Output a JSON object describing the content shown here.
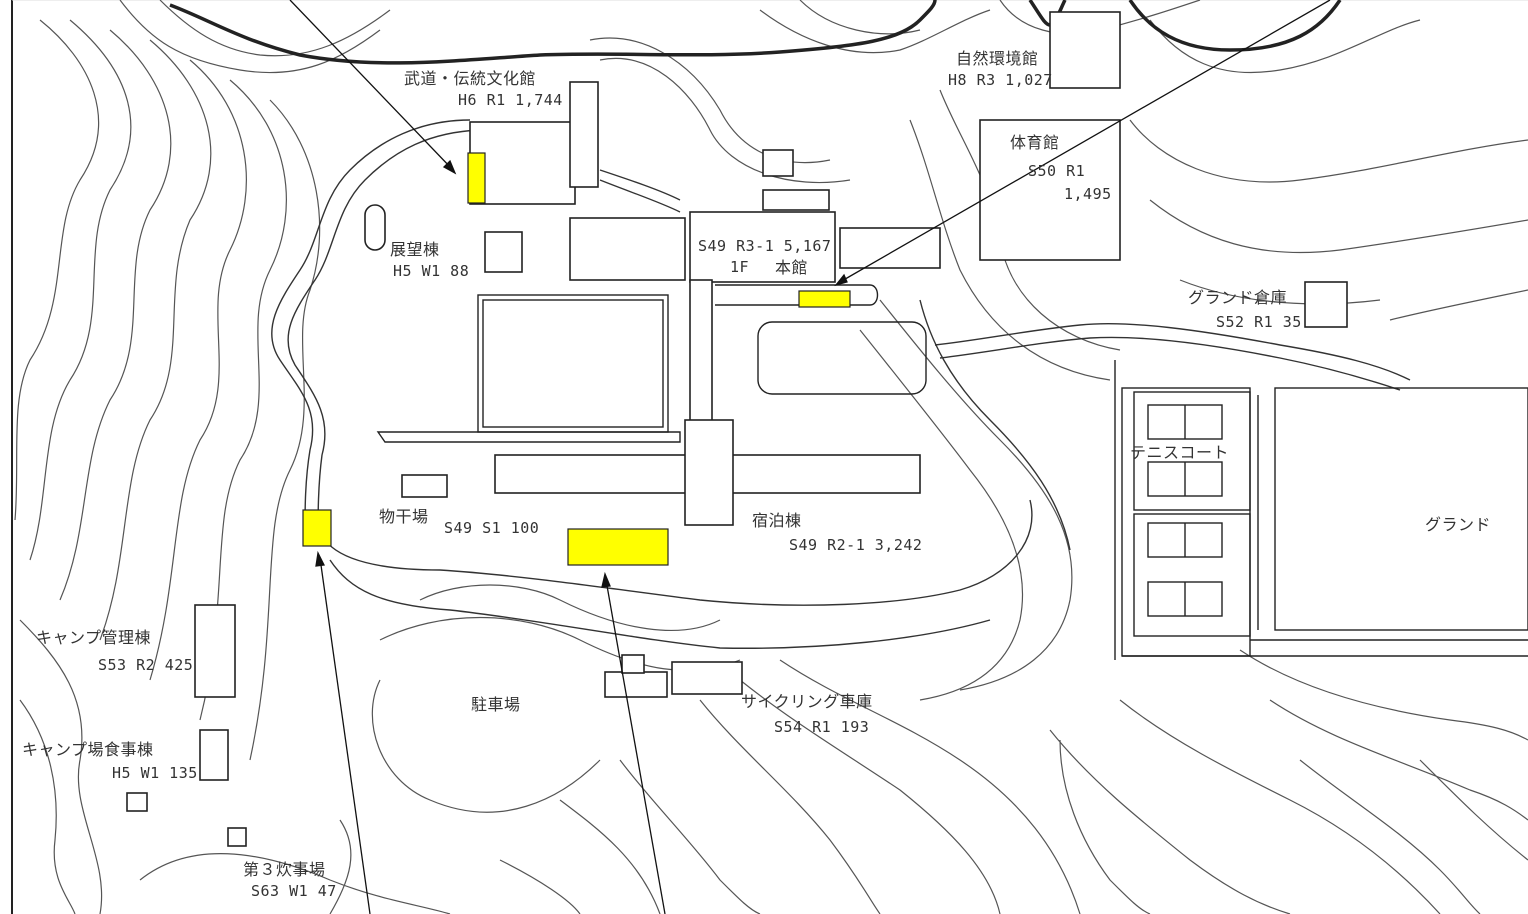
{
  "map": {
    "highlight_color": "#ffff00",
    "line_color": "#222222",
    "contour_color": "#555555",
    "labels": {
      "budo": {
        "name": "武道・伝統文化館",
        "stat": "H6 R1 1,744"
      },
      "shizen": {
        "name": "自然環境館",
        "stat": "H8 R3 1,027"
      },
      "taiikukan": {
        "name": "体育館",
        "stat": "S50 R1",
        "area": "1,495"
      },
      "tenbou": {
        "name": "展望棟",
        "stat": "H5 W1 88"
      },
      "honkan": {
        "name": "本館",
        "stat": "S49 R3-1 5,167",
        "floor": "1F"
      },
      "ground_souko": {
        "name": "グランド倉庫",
        "stat": "S52 R1 35"
      },
      "tennis": {
        "name": "テニスコート"
      },
      "ground": {
        "name": "グランド"
      },
      "monohoshi": {
        "name": "物干場",
        "stat": "S49 S1 100"
      },
      "shukuhaku": {
        "name": "宿泊棟",
        "stat": "S49 R2-1 3,242"
      },
      "camp_kanri": {
        "name": "キャンプ管理棟",
        "stat": "S53 R2 425"
      },
      "chushajo": {
        "name": "駐車場"
      },
      "cycling": {
        "name": "サイクリング車庫",
        "stat": "S54 R1 193"
      },
      "camp_shokudo": {
        "name": "キャンプ場食事棟",
        "stat": "H5 W1 135"
      },
      "suijiba": {
        "name": "第３炊事場",
        "stat": "S63 W1 47"
      }
    }
  }
}
